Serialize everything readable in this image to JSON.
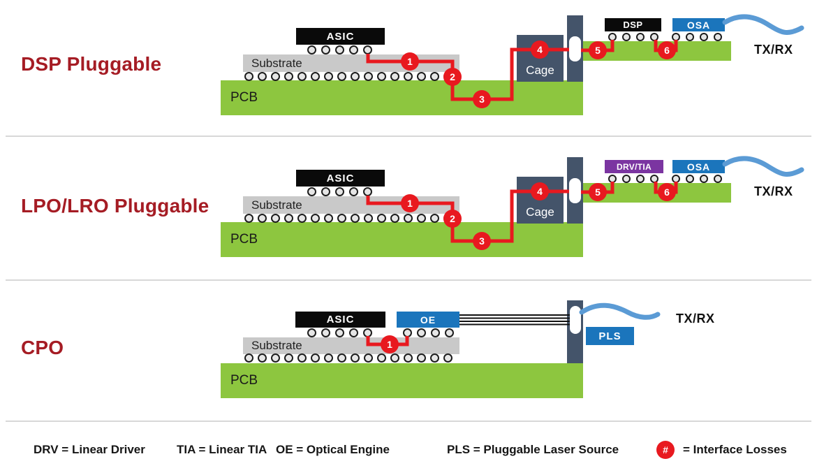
{
  "colors": {
    "title-red": "#a51c24",
    "loss-red": "#e8191f",
    "pcb-green": "#8dc63f",
    "substrate-gray": "#c9c9c9",
    "chip-black": "#0a0a0a",
    "optics-blue": "#1b75bc",
    "drvtia-purple": "#7b35a1",
    "cage-slate": "#44546a",
    "fiber-blue": "#5b9bd5",
    "divider-gray": "#d8d8d8",
    "text-dark": "#1a1a1a"
  },
  "rows": [
    {
      "title": "DSP Pluggable",
      "asic_label": "ASIC",
      "substrate_label": "Substrate",
      "pcb_label": "PCB",
      "cage_label": "Cage",
      "module_chip_label": "DSP",
      "osa_label": "OSA",
      "txrx_label": "TX/RX",
      "loss_points": [
        "1",
        "2",
        "3",
        "4",
        "5",
        "6"
      ]
    },
    {
      "title": "LPO/LRO Pluggable",
      "asic_label": "ASIC",
      "substrate_label": "Substrate",
      "pcb_label": "PCB",
      "cage_label": "Cage",
      "module_chip_label": "DRV/TIA",
      "osa_label": "OSA",
      "txrx_label": "TX/RX",
      "loss_points": [
        "1",
        "2",
        "3",
        "4",
        "5",
        "6"
      ]
    },
    {
      "title": "CPO",
      "asic_label": "ASIC",
      "oe_label": "OE",
      "substrate_label": "Substrate",
      "pcb_label": "PCB",
      "pls_label": "PLS",
      "txrx_label": "TX/RX",
      "loss_points": [
        "1"
      ]
    }
  ],
  "legend": {
    "items": [
      "DRV = Linear Driver",
      "TIA = Linear TIA",
      "OE = Optical Engine",
      "PLS = Pluggable Laser Source"
    ],
    "loss_symbol": "#",
    "loss_text": "= Interface Losses"
  }
}
